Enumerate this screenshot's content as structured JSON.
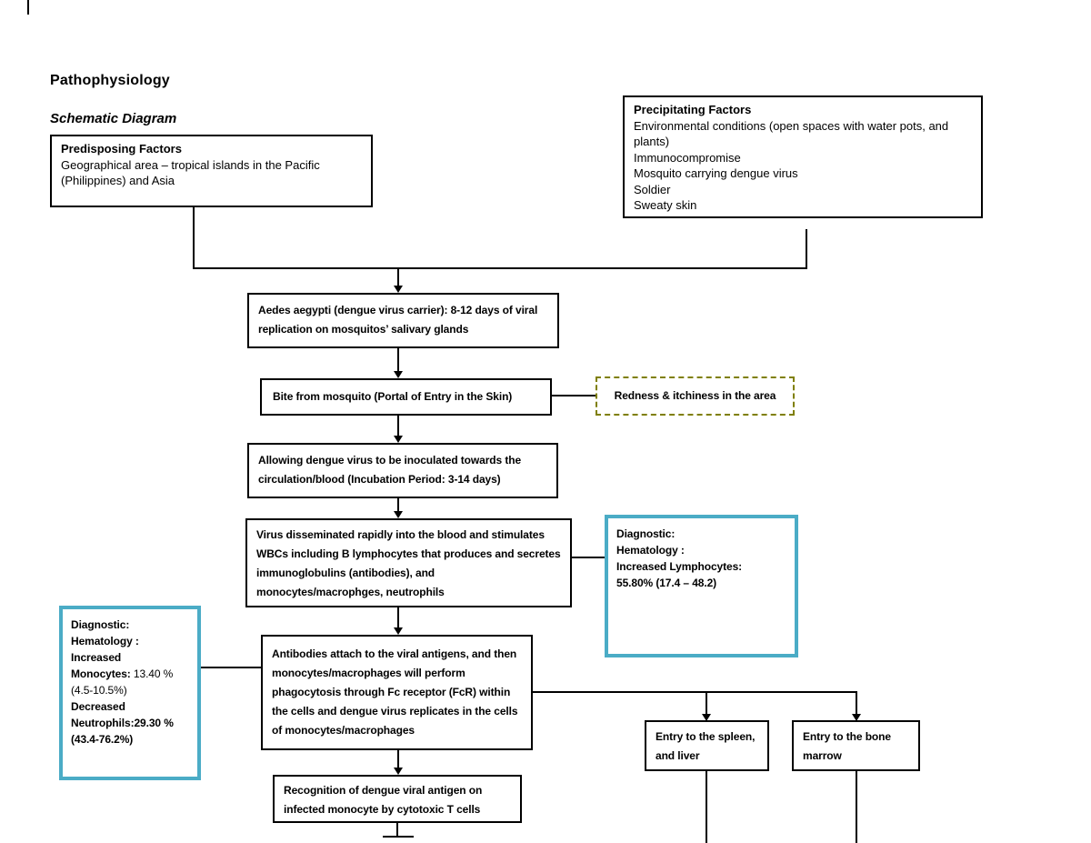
{
  "page": {
    "title": "Pathophysiology",
    "subtitle": "Schematic Diagram"
  },
  "colors": {
    "highlight_box_border": "#4BACC6",
    "dashed_box_border": "#7F7F00",
    "line_color": "#000000"
  },
  "boxes": {
    "predisposing": {
      "heading": "Predisposing Factors",
      "body": "Geographical area – tropical islands in the Pacific (Philippines) and Asia"
    },
    "precipitating": {
      "heading": "Precipitating Factors",
      "lines": [
        "Environmental conditions (open spaces with water pots, and plants)",
        "Immunocompromise",
        "Mosquito carrying dengue virus",
        "Soldier",
        "Sweaty skin"
      ]
    },
    "aedes": {
      "text": "Aedes aegypti (dengue virus carrier): 8-12 days of viral replication on mosquitos’ salivary glands"
    },
    "bite": {
      "text": "Bite from mosquito (Portal of Entry in the Skin)"
    },
    "redness": {
      "text": "Redness & itchiness in the area"
    },
    "inoculation": {
      "text": "Allowing dengue virus to be inoculated towards the circulation/blood (Incubation Period: 3-14 days)"
    },
    "dissemination": {
      "text": "Virus disseminated rapidly into the blood and stimulates WBCs including B lymphocytes that produces and secretes immunoglobulins (antibodies), and monocytes/macrophges, neutrophils"
    },
    "diagnostic_lymphocytes": {
      "lines": [
        "Diagnostic:",
        "Hematology :",
        "Increased Lymphocytes:",
        "55.80% (17.4 – 48.2)"
      ]
    },
    "diagnostic_monocytes": {
      "line_diagnostic": "Diagnostic:",
      "line_hematology": "Hematology :",
      "line_increased": "Increased",
      "monocytes_label": "Monocytes:",
      "monocytes_value": " 13.40 %(4.5-10.5%)",
      "line_decreased": "Decreased",
      "neutrophils": "Neutrophils:29.30 %(43.4-76.2%)"
    },
    "antibodies": {
      "text": "Antibodies attach to the viral antigens, and then monocytes/macrophages will perform phagocytosis through Fc receptor (FcR) within the cells and dengue virus replicates in the cells of monocytes/macrophages"
    },
    "entry_spleen": {
      "text": "Entry to the spleen, and liver"
    },
    "entry_bone_marrow": {
      "text": "Entry to the bone marrow"
    },
    "recognition": {
      "text": "Recognition of dengue viral antigen on infected monocyte by cytotoxic T cells"
    }
  }
}
